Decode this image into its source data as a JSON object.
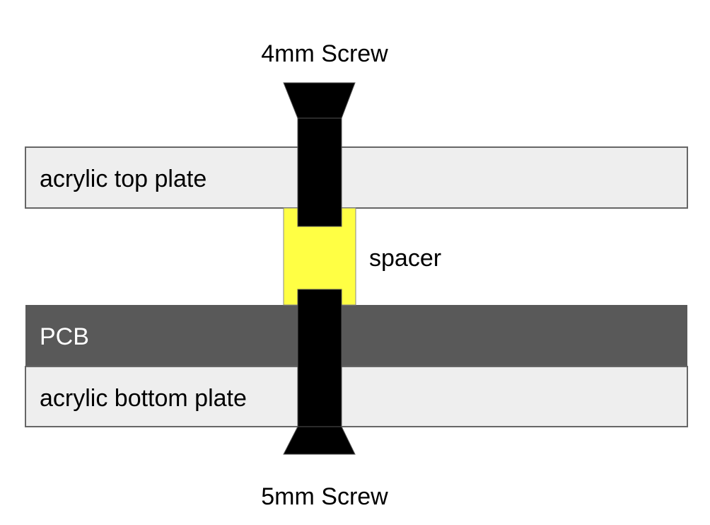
{
  "labels": {
    "top_screw": "4mm Screw",
    "bottom_screw": "5mm Screw",
    "top_plate": "acrylic top plate",
    "spacer": "spacer",
    "pcb": "PCB",
    "bottom_plate": "acrylic bottom plate"
  },
  "colors": {
    "plate_fill": "#eeeeee",
    "plate_stroke": "#666666",
    "pcb_fill": "#595959",
    "spacer_fill": "#ffff44",
    "screw_fill": "#000000",
    "text_dark": "#000000",
    "text_light": "#ffffff"
  }
}
